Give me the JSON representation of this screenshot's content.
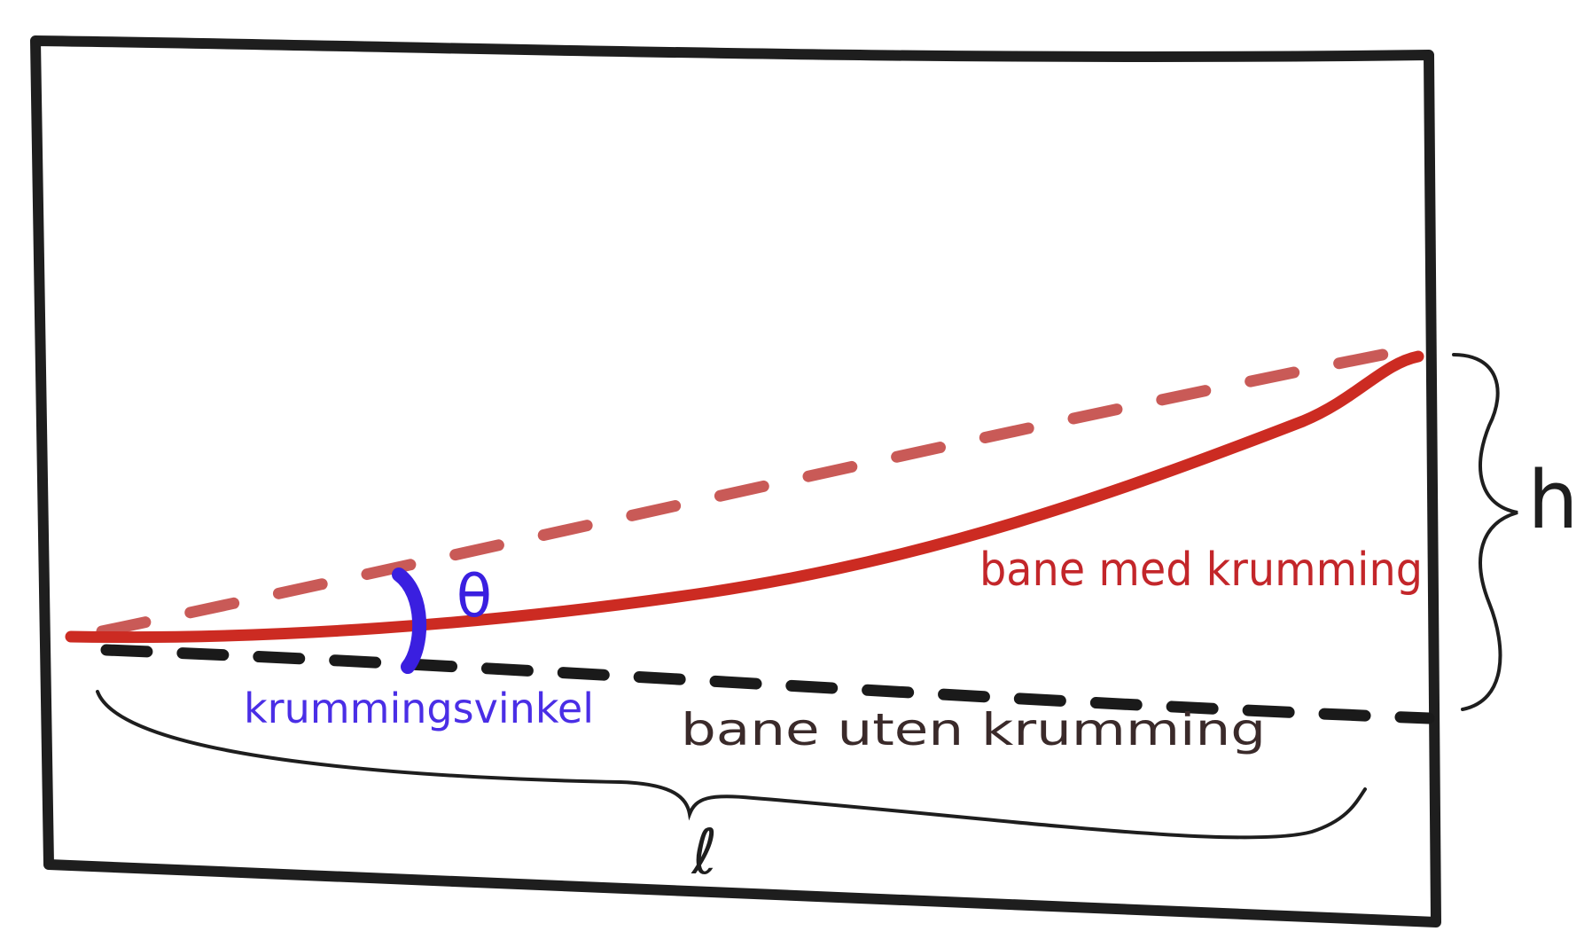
{
  "labels": {
    "curved_path": "bane med krumming",
    "straight_path": "bane uten krumming",
    "curvature_angle": "krummingsvinkel",
    "angle_symbol": "θ",
    "height_symbol": "h",
    "length_symbol": "ℓ"
  },
  "colors": {
    "frame": "#1e1e1e",
    "curved_path": "#cc2b22",
    "curved_path_dashed": "#c95a57",
    "straight_path": "#1a1a1a",
    "angle": "#3a1fe0",
    "text_dark": "#3a2a2a",
    "text_red": "#c3262a",
    "text_blue": "#4a2ee6"
  }
}
